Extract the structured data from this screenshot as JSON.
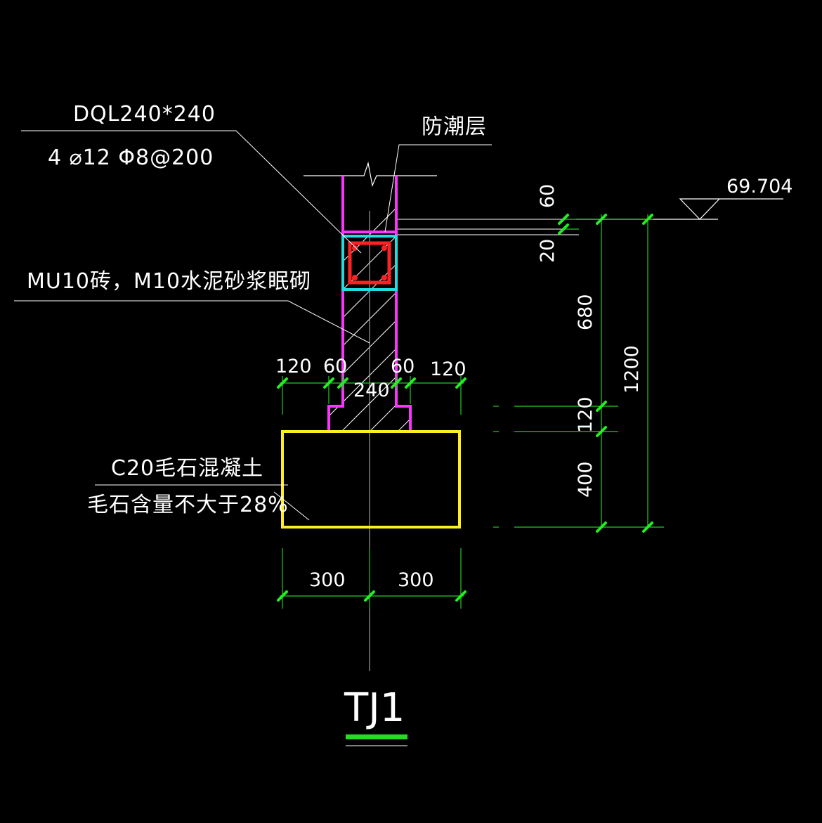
{
  "labels": {
    "ring_beam_name": "DQL240*240",
    "ring_beam_rebar": "4 ⌀12 Φ8@200",
    "moisture_layer": "防潮层",
    "masonry": "MU10砖，M10水泥砂浆眠砌",
    "foundation_material": "C20毛石混凝土",
    "stone_content": "毛石含量不大于28%",
    "elevation": "69.704",
    "detail_title": "TJ1"
  },
  "dimensions": {
    "top_widths": [
      "120",
      "60",
      "240",
      "60",
      "120"
    ],
    "bottom_widths": [
      "300",
      "300"
    ],
    "vertical_segments": [
      "60",
      "20",
      "680",
      "120",
      "400"
    ],
    "total_height": "1200"
  },
  "colors": {
    "background": "#000000",
    "dimension_lines": "#22cc22",
    "wall_outline": "#ff33ff",
    "ring_beam_outline": "#22dddd",
    "stirrup": "#ff2222",
    "foundation_outline": "#ffee22",
    "title_underline": "#22dd22",
    "text": "#ffffff"
  }
}
